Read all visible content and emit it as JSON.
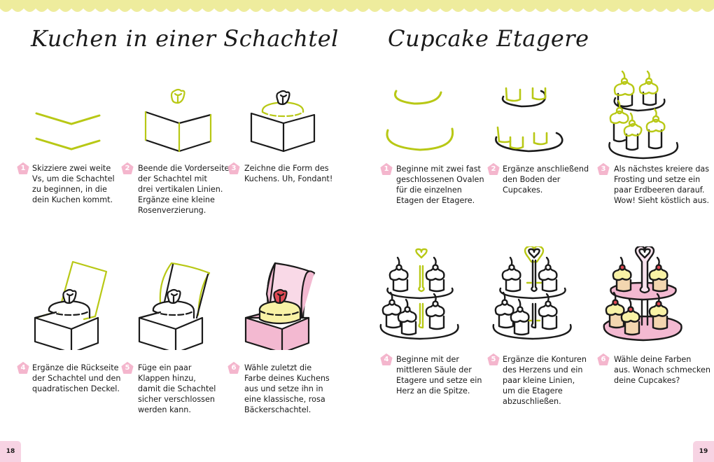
{
  "colors": {
    "scallop": "#eeec9d",
    "badge": "#f4b6cd",
    "line_green": "#b8c815",
    "ink": "#1a1a1a",
    "pink": "#f3b9d1",
    "pink_light": "#f9d9e7",
    "cream": "#f8f2a6",
    "rose": "#e14a55",
    "cup_tan": "#f3d6b0",
    "pagenum_bg": "#f7d3e3"
  },
  "left_page": {
    "title": "Kuchen in einer Schachtel",
    "page_number": "18",
    "steps": [
      {
        "number": "1",
        "lines": [
          "Skizziere zwei weite",
          "Vs, um die Schachtel",
          "zu beginnen, in die",
          "dein Kuchen kommt."
        ]
      },
      {
        "number": "2",
        "lines": [
          "Beende die Vorderseite",
          "der Schachtel mit",
          "drei vertikalen Linien.",
          "Ergänze eine kleine",
          "Rosenverzierung."
        ]
      },
      {
        "number": "3",
        "lines": [
          "Zeichne die Form des",
          "Kuchens. Uh, Fondant!"
        ]
      },
      {
        "number": "4",
        "lines": [
          "Ergänze die Rückseite",
          "der Schachtel und den",
          "quadratischen Deckel."
        ]
      },
      {
        "number": "5",
        "lines": [
          "Füge ein paar",
          "Klappen hinzu,",
          "damit die Schachtel",
          "sicher verschlossen",
          "werden kann."
        ]
      },
      {
        "number": "6",
        "lines": [
          "Wähle zuletzt die",
          "Farbe deines Kuchens",
          "aus und setze ihn in",
          "eine klassische, rosa",
          "Bäckerschachtel."
        ]
      }
    ]
  },
  "right_page": {
    "title": "Cupcake Etagere",
    "page_number": "19",
    "steps": [
      {
        "number": "1",
        "lines": [
          "Beginne mit zwei fast",
          "geschlossenen Ovalen",
          "für die einzelnen",
          "Etagen der Etagere."
        ]
      },
      {
        "number": "2",
        "lines": [
          "Ergänze anschließend",
          "den Boden der",
          "Cupcakes."
        ]
      },
      {
        "number": "3",
        "lines": [
          "Als nächstes kreiere das",
          "Frosting und setze ein",
          "paar Erdbeeren darauf.",
          "Wow! Sieht köstlich aus."
        ]
      },
      {
        "number": "4",
        "lines": [
          "Beginne mit der",
          "mittleren Säule der",
          "Etagere und setze ein",
          "Herz an die Spitze."
        ]
      },
      {
        "number": "5",
        "lines": [
          "Ergänze die Konturen",
          "des Herzens und ein",
          "paar kleine Linien,",
          "um die Etagere",
          "abzuschließen."
        ]
      },
      {
        "number": "6",
        "lines": [
          "Wähle deine Farben",
          "aus. Wonach schmecken",
          "deine Cupcakes?"
        ]
      }
    ]
  }
}
